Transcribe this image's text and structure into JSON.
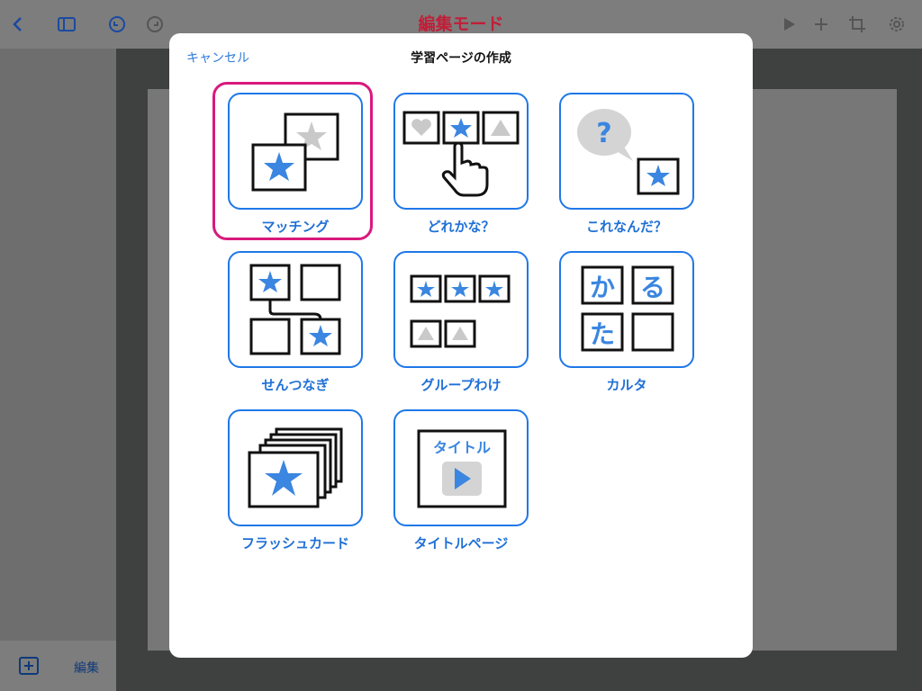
{
  "topbar": {
    "mode_title": "編集モード",
    "icons": [
      "back-chevron-icon",
      "sidebar-toggle-icon",
      "undo-icon",
      "redo-icon",
      "play-icon",
      "plus-icon",
      "crop-icon",
      "gear-icon"
    ]
  },
  "sidebar": {
    "add_label": "",
    "edit_label": "編集"
  },
  "modal": {
    "cancel": "キャンセル",
    "title": "学習ページの作成",
    "selected": "マッチング",
    "templates": [
      {
        "id": "matching",
        "label": "マッチング"
      },
      {
        "id": "which-one",
        "label": "どれかな？"
      },
      {
        "id": "what-is-this",
        "label": "これなんだ？"
      },
      {
        "id": "line-connect",
        "label": "せんつなぎ"
      },
      {
        "id": "grouping",
        "label": "グループわけ"
      },
      {
        "id": "karuta",
        "label": "カルタ"
      },
      {
        "id": "flashcard",
        "label": "フラッシュカード"
      },
      {
        "id": "title-page",
        "label": "タイトルページ"
      }
    ],
    "karuta_glyphs": [
      "か",
      "る",
      "た"
    ],
    "title_page_text": "タイトル"
  },
  "colors": {
    "accent": "#1f78e8",
    "star": "#3a86e0",
    "highlight": "#d9197c",
    "mode_title": "#c11e37"
  }
}
